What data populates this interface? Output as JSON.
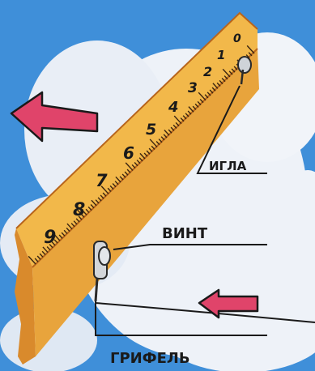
{
  "labels": {
    "needle": "ИГЛА",
    "screw": "ВИНТ",
    "lead": "ГРИФЕЛЬ"
  },
  "ruler": {
    "numbers": [
      "0",
      "1",
      "2",
      "3",
      "4",
      "5",
      "6",
      "7",
      "8",
      "9"
    ]
  },
  "colors": {
    "sky": "#3f8fd9",
    "cloud": "#eef2f8",
    "ruler": "#f2b84a",
    "ruler_edge": "#b8651c",
    "arrow": "#e0446a",
    "ink": "#1a1a1a"
  },
  "icons": {
    "left_arrow_top": "left-arrow",
    "left_arrow_bottom": "left-arrow"
  }
}
